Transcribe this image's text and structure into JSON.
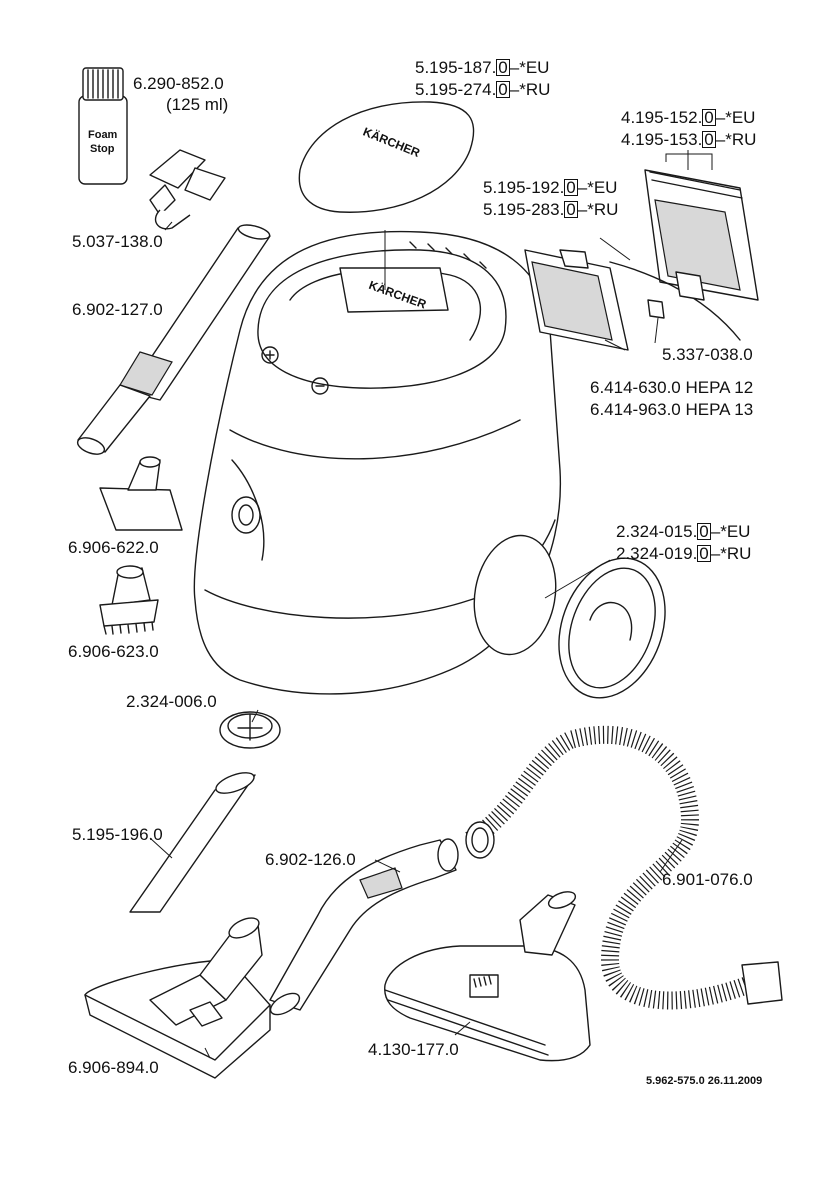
{
  "labels": {
    "foam_stop_no": "6.290-852.0",
    "foam_stop_vol": "(125 ml)",
    "foam_text_1": "Foam",
    "foam_text_2": "Stop",
    "clip_no": "5.037-138.0",
    "tube_no": "6.902-127.0",
    "uph_nozzle_no": "6.906-622.0",
    "brush_no": "6.906-623.0",
    "wheel_small_no": "2.324-006.0",
    "crevice_no": "5.195-196.0",
    "floor_nozzle_no": "6.906-894.0",
    "handle_no": "6.902-126.0",
    "turbo_no": "4.130-177.0",
    "hose_no": "6.901-076.0",
    "cover_eu_a": "5.195-187.",
    "cover_eu_b": "0",
    "cover_eu_c": "–*EU",
    "cover_ru_a": "5.195-274.",
    "cover_ru_b": "0",
    "cover_ru_c": "–*RU",
    "frame_eu_a": "4.195-152.",
    "frame_eu_b": "0",
    "frame_eu_c": "–*EU",
    "frame_ru_a": "4.195-153.",
    "frame_ru_b": "0",
    "frame_ru_c": "–*RU",
    "holder_eu_a": "5.195-192.",
    "holder_eu_b": "0",
    "holder_eu_c": "–*EU",
    "holder_ru_a": "5.195-283.",
    "holder_ru_b": "0",
    "holder_ru_c": "–*RU",
    "latch_no": "5.337-038.0",
    "hepa12": "6.414-630.0 HEPA 12",
    "hepa13": "6.414-963.0 HEPA 13",
    "wheel_eu_a": "2.324-015.",
    "wheel_eu_b": "0",
    "wheel_eu_c": "–*EU",
    "wheel_ru_a": "2.324-019.",
    "wheel_ru_b": "0",
    "wheel_ru_c": "–*RU",
    "brand": "KÄRCHER",
    "footer": "5.962-575.0  26.11.2009"
  }
}
